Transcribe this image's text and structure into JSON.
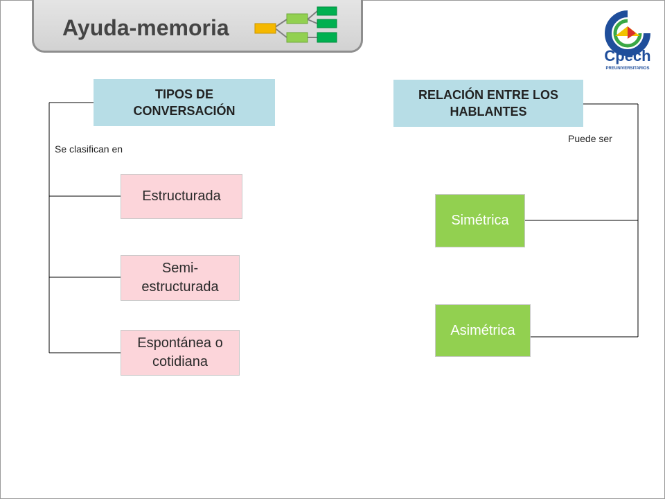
{
  "header": {
    "title": "Ayuda-memoria",
    "icon": "tree-diagram-icon"
  },
  "logo": {
    "text": "Cpech",
    "subtext": "PREUNIVERSITARIOS",
    "colors": {
      "blue": "#1f4e9b",
      "yellow": "#f2c200",
      "green": "#3aa845",
      "red": "#d9302a"
    }
  },
  "left_tree": {
    "title": "TIPOS DE CONVERSACIÓN",
    "connector_label": "Se clasifican en",
    "items": [
      "Estructurada",
      "Semi- estructurada",
      "Espontánea o cotidiana"
    ]
  },
  "right_tree": {
    "title": "RELACIÓN ENTRE LOS HABLANTES",
    "connector_label": "Puede ser",
    "items": [
      "Simétrica",
      "Asimétrica"
    ]
  },
  "colors": {
    "head": "#b7dde6",
    "pink": "#fcd5da",
    "green": "#92d050"
  }
}
